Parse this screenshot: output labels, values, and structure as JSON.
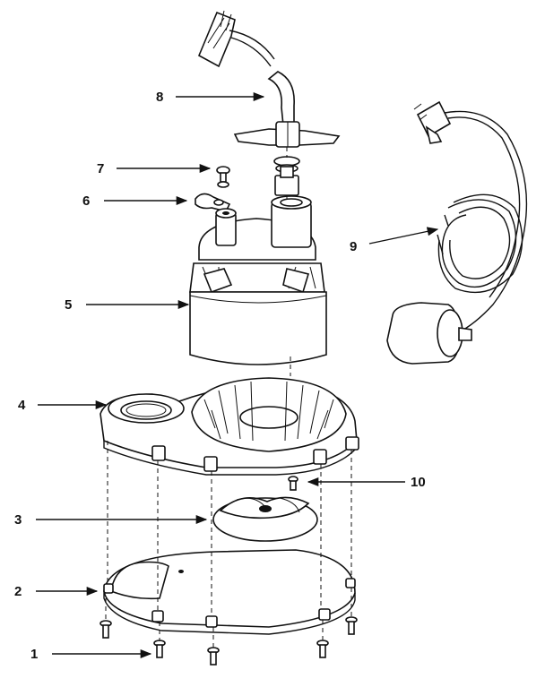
{
  "callouts": [
    {
      "id": "1",
      "text": "1"
    },
    {
      "id": "2",
      "text": "2"
    },
    {
      "id": "3",
      "text": "3"
    },
    {
      "id": "4",
      "text": "4"
    },
    {
      "id": "5",
      "text": "5"
    },
    {
      "id": "6",
      "text": "6"
    },
    {
      "id": "7",
      "text": "7"
    },
    {
      "id": "8",
      "text": "8"
    },
    {
      "id": "9",
      "text": "9"
    },
    {
      "id": "10",
      "text": "10"
    }
  ],
  "colors": {
    "ink": "#111111",
    "paper": "#ffffff"
  }
}
